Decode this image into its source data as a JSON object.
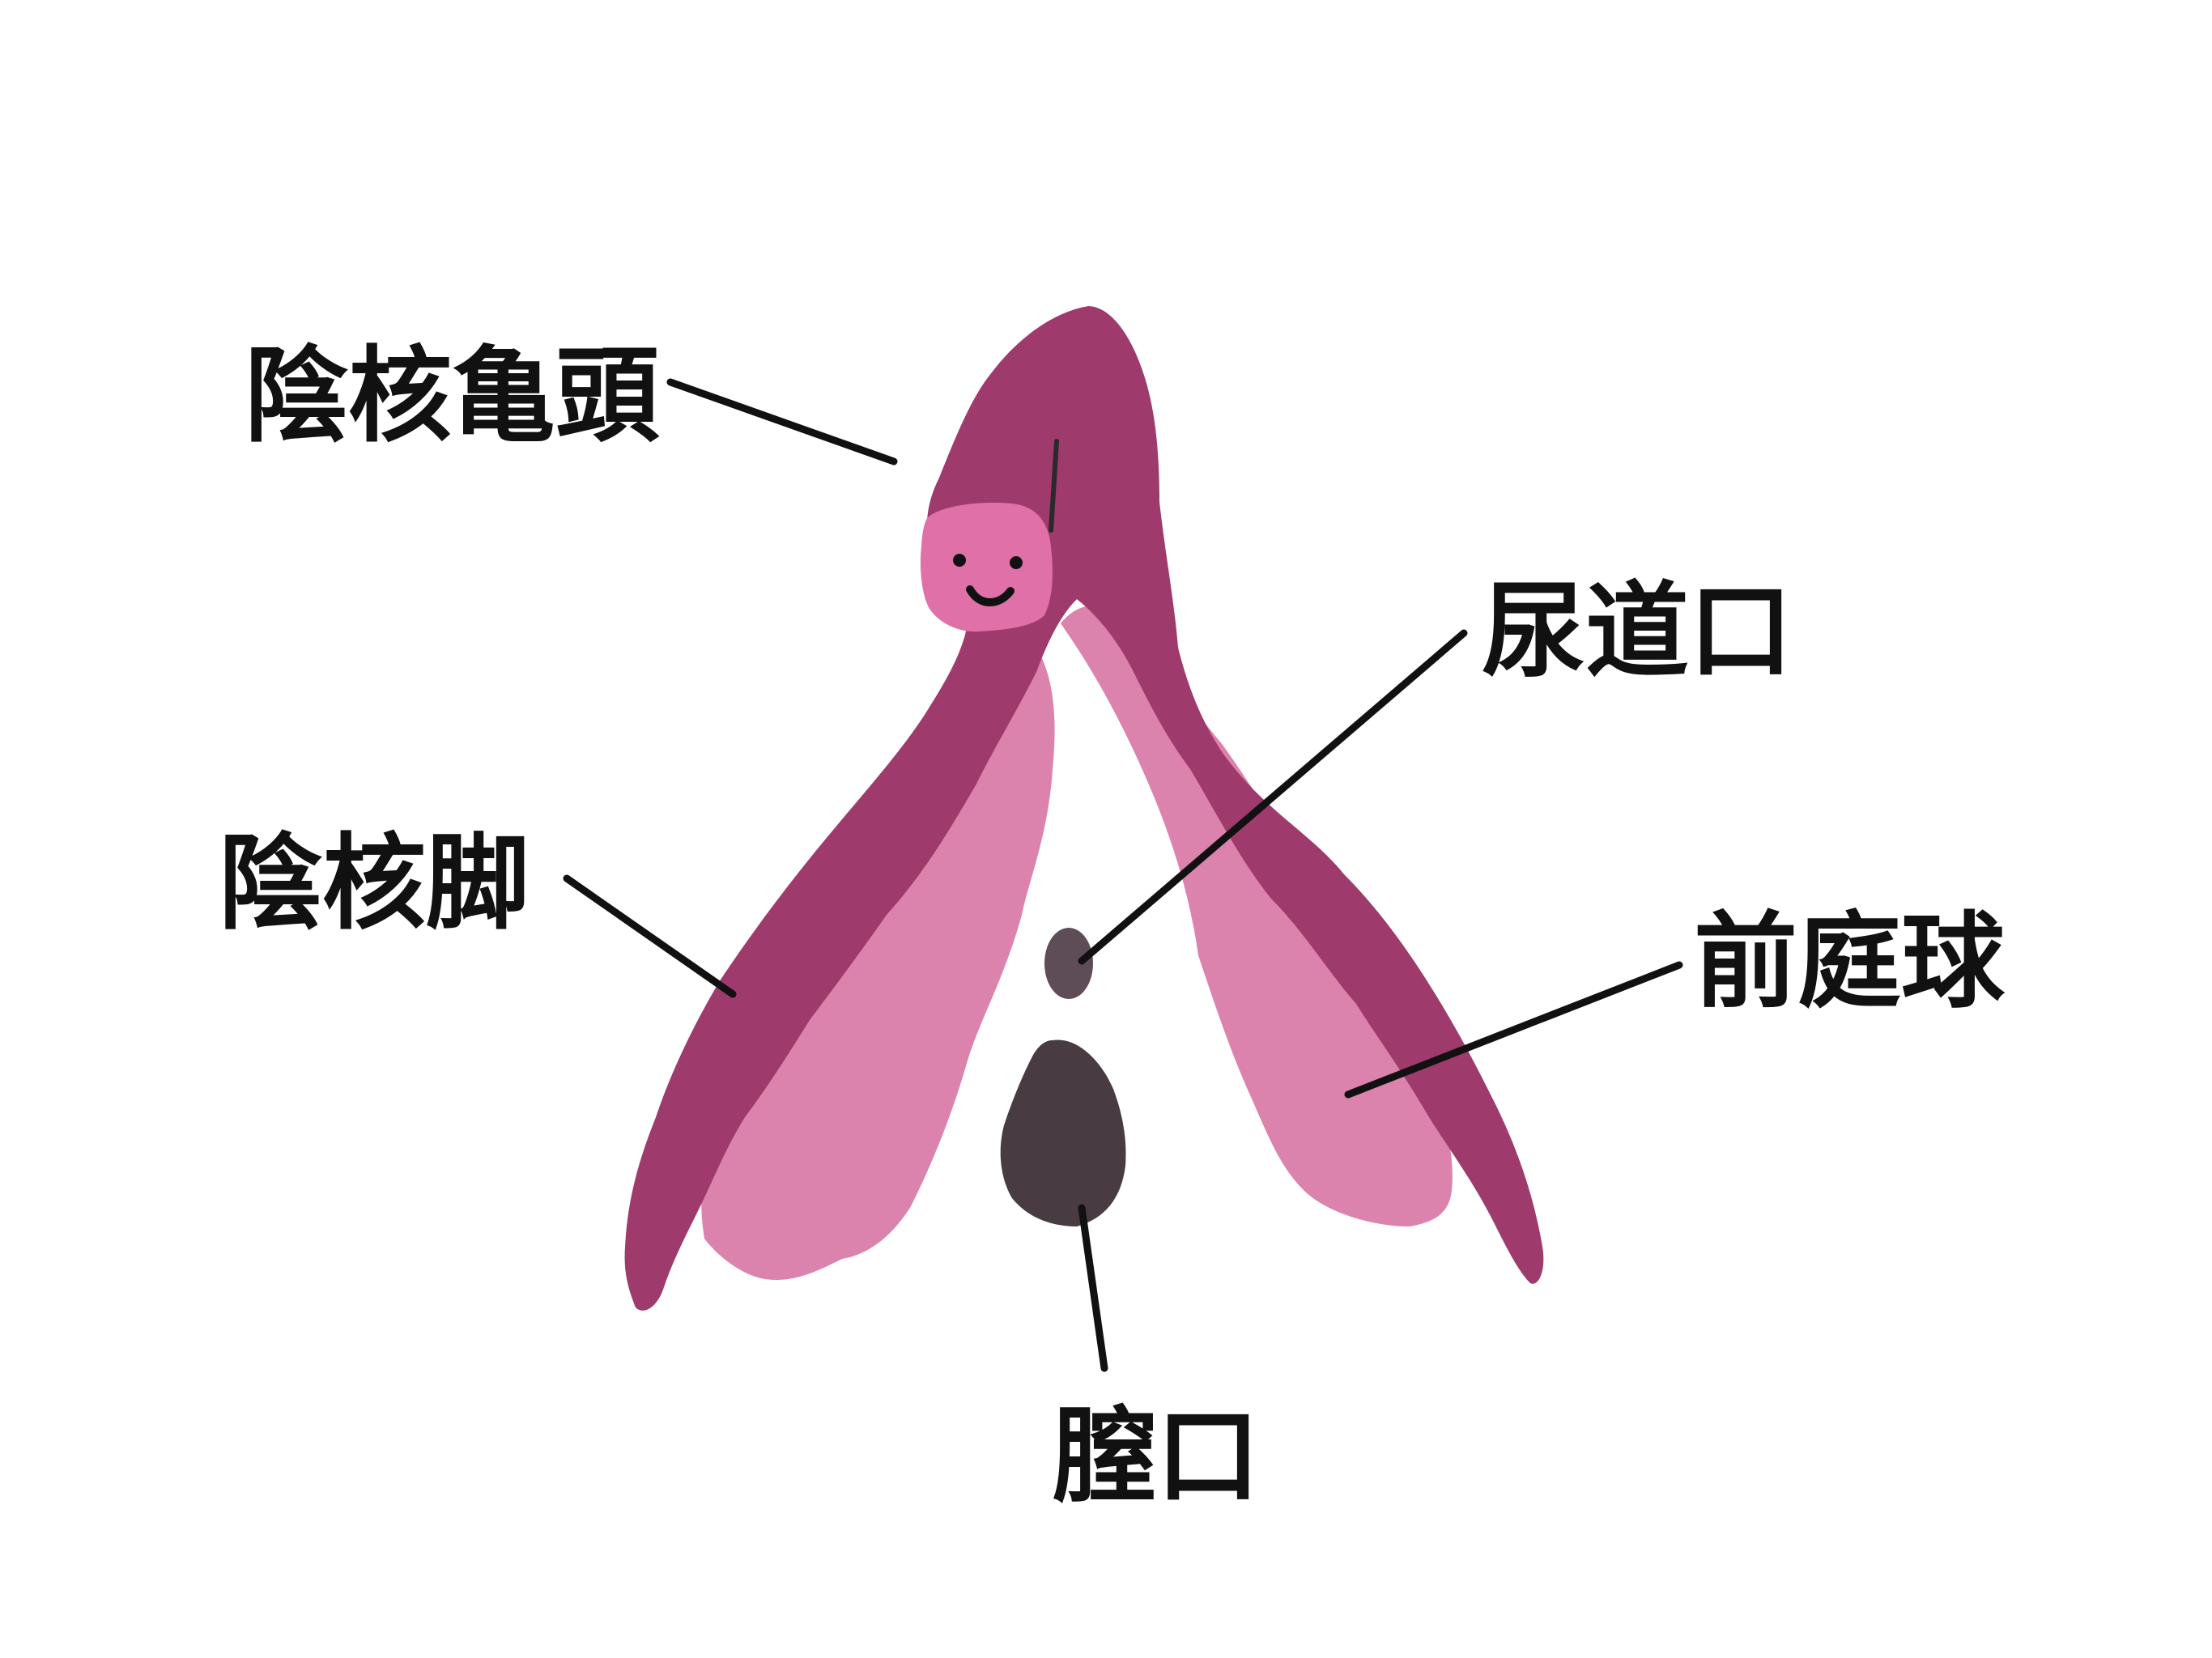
{
  "labels": {
    "glans": "陰核亀頭",
    "crus": "陰核脚",
    "urethral_opening": "尿道口",
    "vestibular_bulb": "前庭球",
    "vaginal_opening": "膣口"
  },
  "colors": {
    "background": "#ffffff",
    "clitoral_body": "#9e3a6c",
    "vestibular_bulb": "#db82ad",
    "glans": "#e070a8",
    "urethral_opening": "#5e4d57",
    "vaginal_opening": "#483b42",
    "text": "#111111"
  }
}
